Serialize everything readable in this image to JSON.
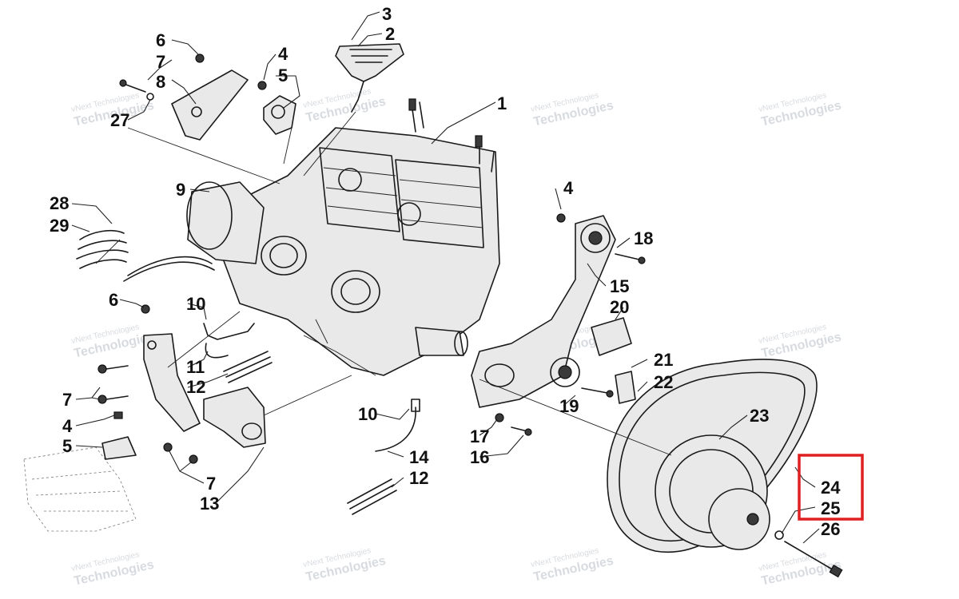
{
  "callouts": {
    "c1": "1",
    "c2": "2",
    "c3": "3",
    "c4a": "4",
    "c4b": "4",
    "c4c": "4",
    "c5a": "5",
    "c5b": "5",
    "c6a": "6",
    "c6b": "6",
    "c7a": "7",
    "c7b": "7",
    "c7c": "7",
    "c8": "8",
    "c9": "9",
    "c10a": "10",
    "c10b": "10",
    "c11": "11",
    "c12a": "12",
    "c12b": "12",
    "c13": "13",
    "c14": "14",
    "c15": "15",
    "c16": "16",
    "c17": "17",
    "c18": "18",
    "c19": "19",
    "c20": "20",
    "c21": "21",
    "c22": "22",
    "c23": "23",
    "c24": "24",
    "c25": "25",
    "c26": "26",
    "c27": "27",
    "c28": "28",
    "c29": "29"
  },
  "watermark": {
    "line1": "vNext Technologies",
    "line2": "Technologies"
  },
  "highlight": {
    "color": "#e02020",
    "covers": [
      "24",
      "25"
    ]
  }
}
